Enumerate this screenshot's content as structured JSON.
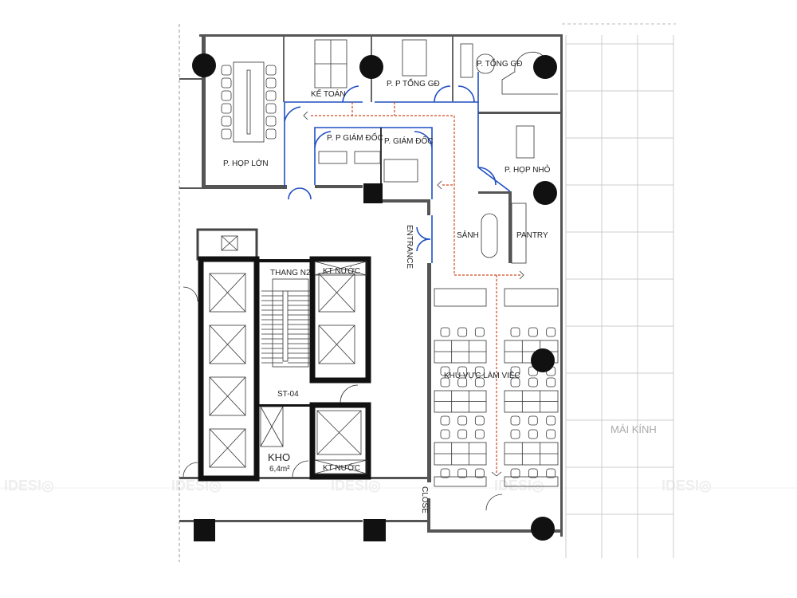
{
  "rooms": {
    "meeting_large": "P. HỌP LỚN",
    "accounting": "KẾ TOÁN",
    "deputy_ceo": "P. P TỔNG GĐ",
    "ceo": "P. TỔNG GĐ",
    "deputy_director": "P. P GIÁM ĐỐC",
    "director": "P. GIÁM ĐỐC",
    "meeting_small": "P. HỌP NHỎ",
    "lobby": "SẢNH",
    "pantry": "PANTRY",
    "entrance": "ENTRANCE",
    "stair": "THANG N2",
    "water_top": "KT NƯỚC",
    "water_bottom": "KT NƯỚC",
    "core": "ST-04",
    "storage": "KHO",
    "storage_area": "6,4m²",
    "workspace": "KHU VỰC LÀM VIỆC",
    "close": "CLOSE",
    "glass_roof": "MÁI KÍNH"
  },
  "watermark": "IDESIGN",
  "colors": {
    "wall": "#555555",
    "partition": "#1f4fc2",
    "circulation": "#d2481e",
    "column": "#111111"
  }
}
